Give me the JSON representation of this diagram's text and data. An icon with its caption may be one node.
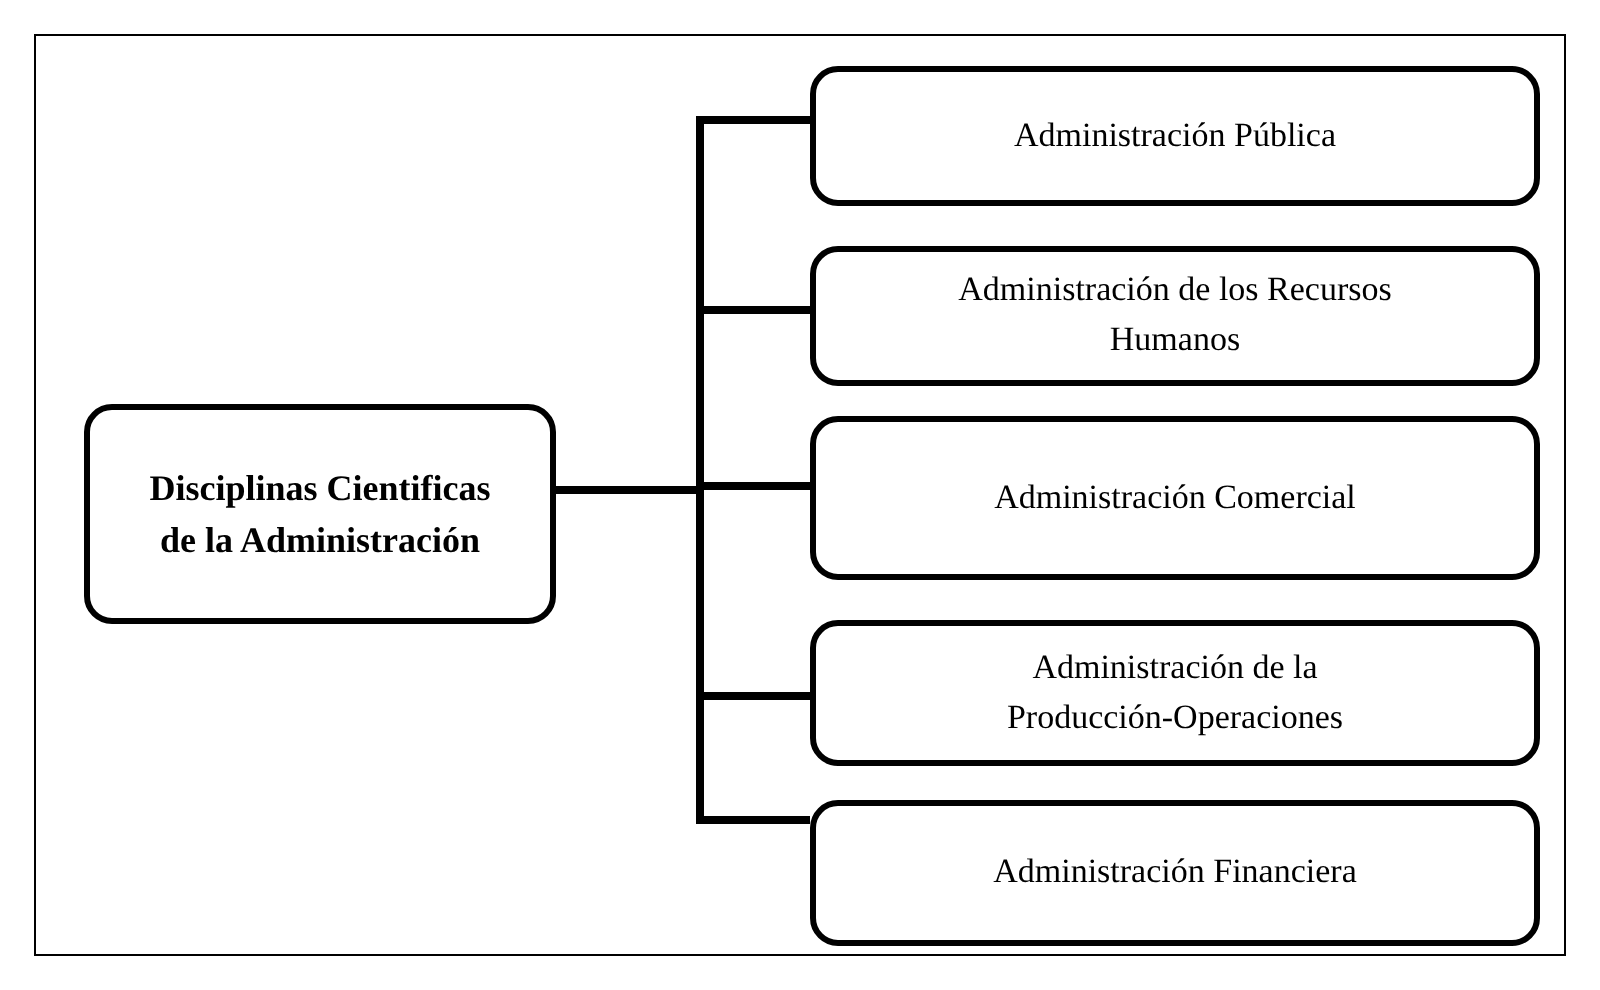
{
  "diagram": {
    "nodes": [
      {
        "text": [
          "Disciplinas Cientificas de la Administración"
        ]
      },
      {
        "text": [
          "Administración Pública"
        ]
      },
      {
        "text": [
          "Administración de los Recursos Humanos"
        ]
      },
      {
        "text": [
          "Administración Comercial"
        ]
      },
      {
        "text": [
          "Administración de la Producción-Operaciones"
        ]
      },
      {
        "text": [
          "Administración Financiera"
        ]
      }
    ],
    "edges": [
      {
        "from": 0,
        "to": 1,
        "arrow": "none"
      },
      {
        "from": 0,
        "to": 2,
        "arrow": "none"
      },
      {
        "from": 0,
        "to": 3,
        "arrow": "none"
      },
      {
        "from": 0,
        "to": 4,
        "arrow": "none"
      },
      {
        "from": 0,
        "to": 5,
        "arrow": "none"
      }
    ]
  }
}
